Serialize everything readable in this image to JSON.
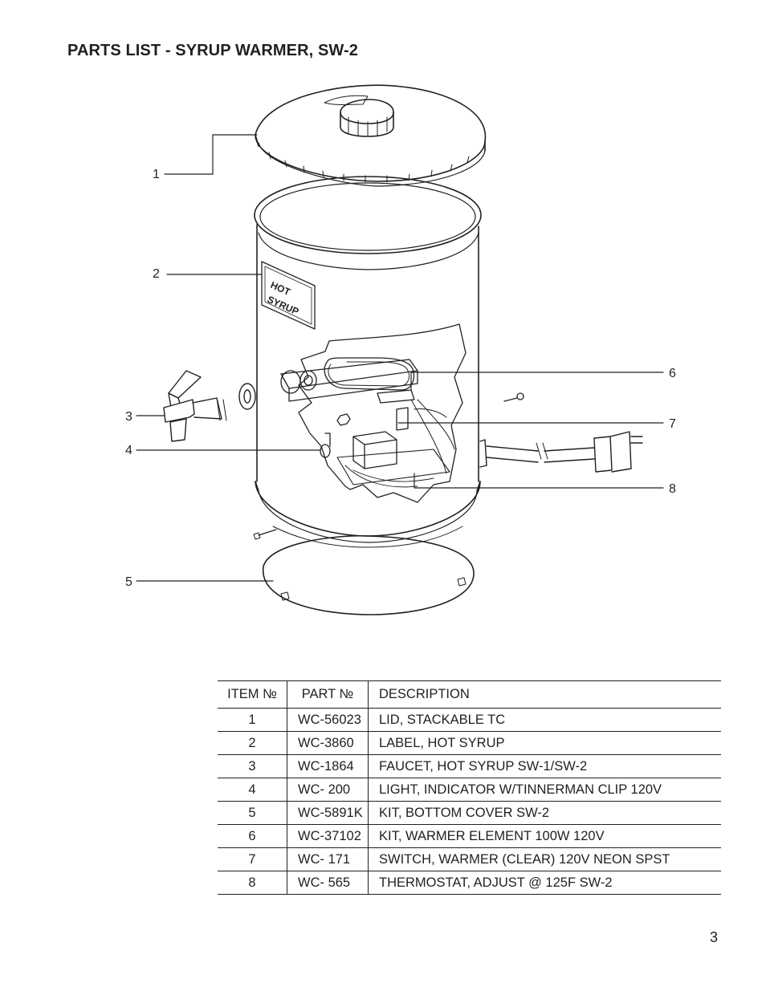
{
  "title": "PARTS LIST - SYRUP WARMER, SW-2",
  "diagram": {
    "label_line1": "HOT",
    "label_line2": "SYRUP",
    "lid_logo": "",
    "callouts": [
      "1",
      "2",
      "3",
      "4",
      "5",
      "6",
      "7",
      "8"
    ]
  },
  "table": {
    "headers": {
      "item": "ITEM №",
      "part": "PART №",
      "description": "DESCRIPTION"
    },
    "rows": [
      {
        "item": "1",
        "part": "WC-56023",
        "description": "LID, STACKABLE TC"
      },
      {
        "item": "2",
        "part": "WC-3860",
        "description": "LABEL, HOT SYRUP"
      },
      {
        "item": "3",
        "part": "WC-1864",
        "description": "FAUCET, HOT SYRUP SW-1/SW-2"
      },
      {
        "item": "4",
        "part": "WC- 200",
        "description": "LIGHT, INDICATOR W/TINNERMAN CLIP 120V"
      },
      {
        "item": "5",
        "part": "WC-5891K",
        "description": "KIT, BOTTOM COVER SW-2"
      },
      {
        "item": "6",
        "part": "WC-37102",
        "description": "KIT, WARMER ELEMENT 100W 120V"
      },
      {
        "item": "7",
        "part": "WC- 171",
        "description": "SWITCH, WARMER (CLEAR) 120V NEON SPST"
      },
      {
        "item": "8",
        "part": "WC- 565",
        "description": "THERMOSTAT, ADJUST @ 125F SW-2"
      }
    ]
  },
  "page_number": "3"
}
